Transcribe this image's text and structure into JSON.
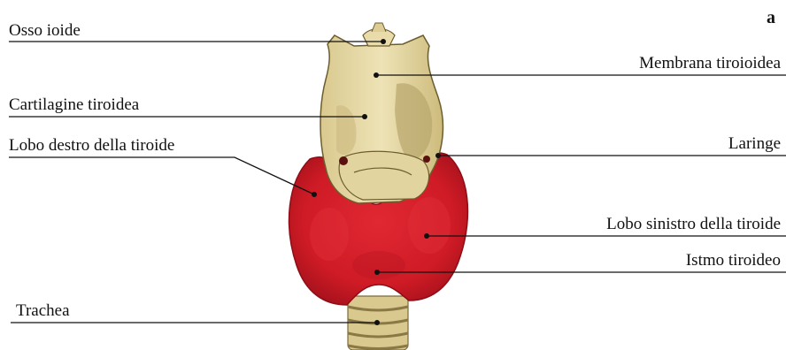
{
  "figure": {
    "panel_letter": "a",
    "labels": {
      "hyoid": "Osso ioide",
      "thyroid_cartilage": "Cartilagine tiroidea",
      "right_lobe": "Lobo destro della tiroide",
      "trachea": "Trachea",
      "thyrohyoid_membrane": "Membrana tiroioidea",
      "larynx": "Laringe",
      "left_lobe": "Lobo sinistro della tiroide",
      "isthmus": "Istmo tiroideo"
    },
    "colors": {
      "cartilage": "#e4d7a4",
      "cartilage_shade": "#b8a66c",
      "thyroid_gland": "#d41f2a",
      "thyroid_dark": "#a8101a"
    }
  }
}
